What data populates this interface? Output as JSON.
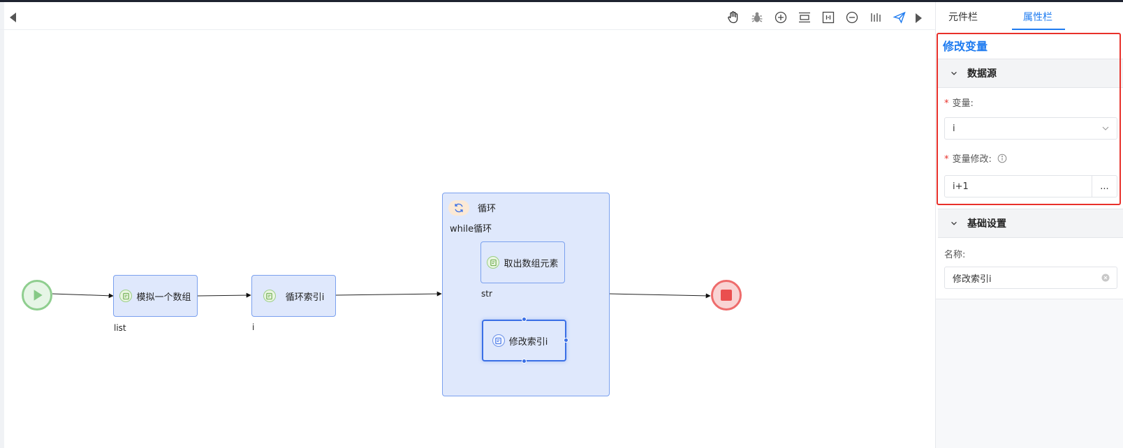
{
  "canvas": {
    "nodes": {
      "mock_array": {
        "label": "模拟一个数组",
        "sublabel": "list"
      },
      "loop_index": {
        "label": "循环索引i",
        "sublabel": "i"
      },
      "loop": {
        "title": "循环",
        "subtitle": "while循环"
      },
      "take_element": {
        "label": "取出数组元素",
        "sublabel": "str"
      },
      "modify_index": {
        "label": "修改索引i"
      }
    }
  },
  "toolbar": {
    "icons": [
      "hand-icon",
      "bug-icon",
      "zoom-in-icon",
      "align-center-icon",
      "fit-view-icon",
      "zoom-out-icon",
      "distribute-icon",
      "send-icon"
    ]
  },
  "panel": {
    "tabs": [
      {
        "label": "元件栏",
        "active": false
      },
      {
        "label": "属性栏",
        "active": true
      }
    ],
    "section_title": "修改变量",
    "datasource": {
      "header": "数据源",
      "variable_label": "变量:",
      "variable_value": "i",
      "modify_label": "变量修改:",
      "modify_value": "i+1",
      "more_button": "..."
    },
    "basic": {
      "header": "基础设置",
      "name_label": "名称:",
      "name_value": "修改索引i"
    }
  },
  "colors": {
    "accent": "#1e7bf0",
    "highlight": "#e8302a",
    "node_fill": "#dfe8fc",
    "node_border": "#7aa0ee",
    "start": "#8fce8f",
    "end": "#ea4f4f"
  }
}
